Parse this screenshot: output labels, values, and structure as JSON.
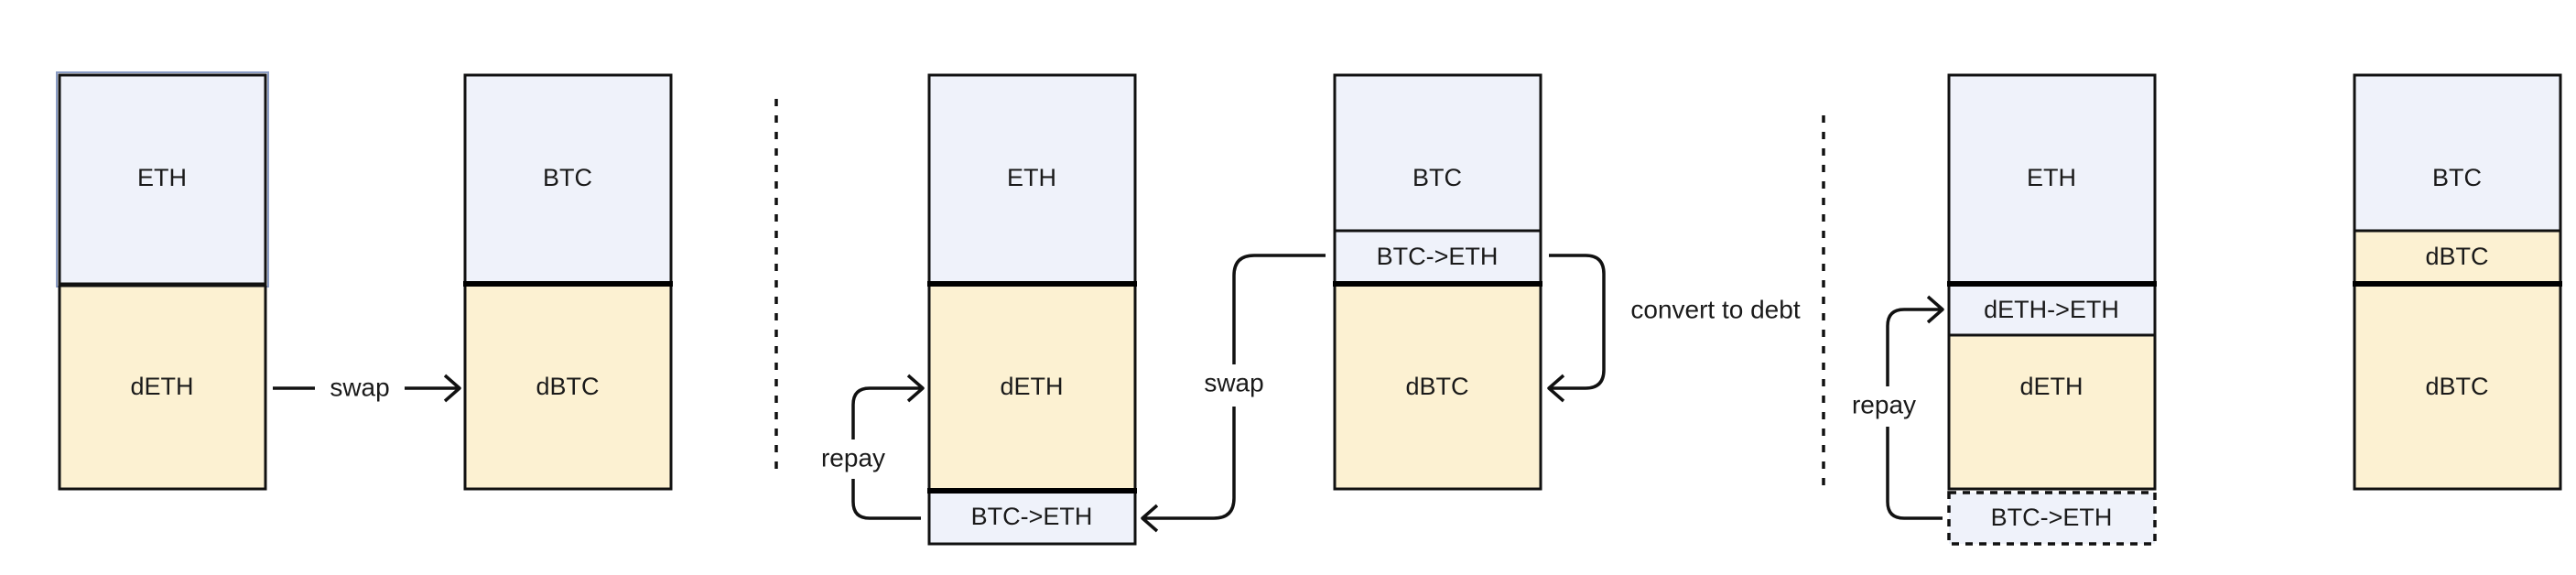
{
  "stages": [
    {
      "name": "stage-1",
      "blocks": [
        {
          "name": "eth-balance-block",
          "segments": [
            {
              "name": "eth-asset-segment",
              "label": "ETH",
              "kind": "asset"
            },
            {
              "name": "deth-debt-segment",
              "label": "dETH",
              "kind": "debt"
            }
          ]
        },
        {
          "name": "btc-balance-block",
          "segments": [
            {
              "name": "btc-asset-segment",
              "label": "BTC",
              "kind": "asset"
            },
            {
              "name": "dbtc-debt-segment",
              "label": "dBTC",
              "kind": "debt"
            }
          ]
        }
      ],
      "arrows": [
        {
          "name": "swap-arrow",
          "label": "swap"
        }
      ]
    },
    {
      "name": "stage-2",
      "blocks": [
        {
          "name": "eth-balance-block",
          "segments": [
            {
              "name": "eth-asset-segment",
              "label": "ETH",
              "kind": "asset"
            },
            {
              "name": "deth-debt-segment",
              "label": "dETH",
              "kind": "debt"
            },
            {
              "name": "btc-eth-segment",
              "label": "BTC->ETH",
              "kind": "asset"
            }
          ]
        },
        {
          "name": "btc-balance-block",
          "segments": [
            {
              "name": "btc-asset-segment",
              "label": "BTC",
              "kind": "asset"
            },
            {
              "name": "btc-eth-segment",
              "label": "BTC->ETH",
              "kind": "asset"
            },
            {
              "name": "dbtc-debt-segment",
              "label": "dBTC",
              "kind": "debt"
            }
          ]
        }
      ],
      "arrows": [
        {
          "name": "repay-arrow",
          "label": "repay"
        },
        {
          "name": "swap-arrow",
          "label": "swap"
        },
        {
          "name": "convert-to-debt-arrow",
          "label": "convert to debt"
        }
      ]
    },
    {
      "name": "stage-3",
      "blocks": [
        {
          "name": "eth-balance-block",
          "segments": [
            {
              "name": "eth-asset-segment",
              "label": "ETH",
              "kind": "asset"
            },
            {
              "name": "deth-eth-segment",
              "label": "dETH->ETH",
              "kind": "asset"
            },
            {
              "name": "deth-debt-segment",
              "label": "dETH",
              "kind": "debt"
            },
            {
              "name": "btc-eth-dashed-segment",
              "label": "BTC->ETH",
              "kind": "asset",
              "style": "dashed"
            }
          ]
        },
        {
          "name": "btc-balance-block",
          "segments": [
            {
              "name": "btc-asset-segment",
              "label": "BTC",
              "kind": "asset"
            },
            {
              "name": "dbtc-segment",
              "label": "dBTC",
              "kind": "debt"
            },
            {
              "name": "dbtc-debt-segment",
              "label": "dBTC",
              "kind": "debt"
            }
          ]
        }
      ],
      "arrows": [
        {
          "name": "repay-arrow",
          "label": "repay"
        }
      ]
    }
  ],
  "colors": {
    "asset_fill": "#eff2fa",
    "debt_fill": "#fcf1d2",
    "stroke": "#111111",
    "highlight_border": "#8a9cc4"
  }
}
